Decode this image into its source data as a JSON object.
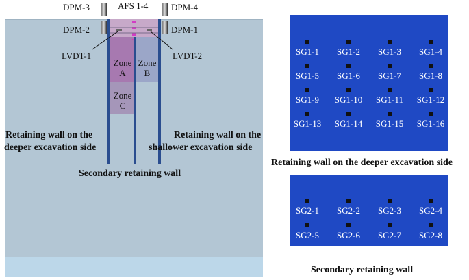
{
  "left_diagram": {
    "top_labels": {
      "dpm3": "DPM-3",
      "afs": "AFS 1-4",
      "dpm4": "DPM-4",
      "dpm2": "DPM-2",
      "dpm1": "DPM-1",
      "lvdt1": "LVDT-1",
      "lvdt2": "LVDT-2"
    },
    "zones": {
      "a_word": "Zone",
      "a_letter": "A",
      "b_word": "Zone",
      "b_letter": "B",
      "c_word": "Zone",
      "c_letter": "C"
    },
    "wall_labels": {
      "deeper_line1": "Retaining wall on the",
      "deeper_line2": "deeper excavation side",
      "shallower_line1": "Retaining wall on the",
      "shallower_line2": "shallower excavation side",
      "secondary": "Secondary retaining wall"
    },
    "colors": {
      "soil": "#b3c6d4",
      "soil_bottom": "#bcd7e9",
      "zone_a": "#a779b0",
      "zone_b": "#9ba6c8",
      "zone_c": "#a596b9",
      "wall": "#2a4d8f"
    }
  },
  "panel_top": {
    "title": "Retaining wall on the deeper excavation side",
    "gauges": [
      "SG1-1",
      "SG1-2",
      "SG1-3",
      "SG1-4",
      "SG1-5",
      "SG1-6",
      "SG1-7",
      "SG1-8",
      "SG1-9",
      "SG1-10",
      "SG1-11",
      "SG1-12",
      "SG1-13",
      "SG1-14",
      "SG1-15",
      "SG1-16"
    ],
    "color": "#1f49c4"
  },
  "panel_bottom": {
    "title": "Secondary retaining wall",
    "gauges": [
      "SG2-1",
      "SG2-2",
      "SG2-3",
      "SG2-4",
      "SG2-5",
      "SG2-6",
      "SG2-7",
      "SG2-8"
    ],
    "color": "#1f49c4"
  }
}
